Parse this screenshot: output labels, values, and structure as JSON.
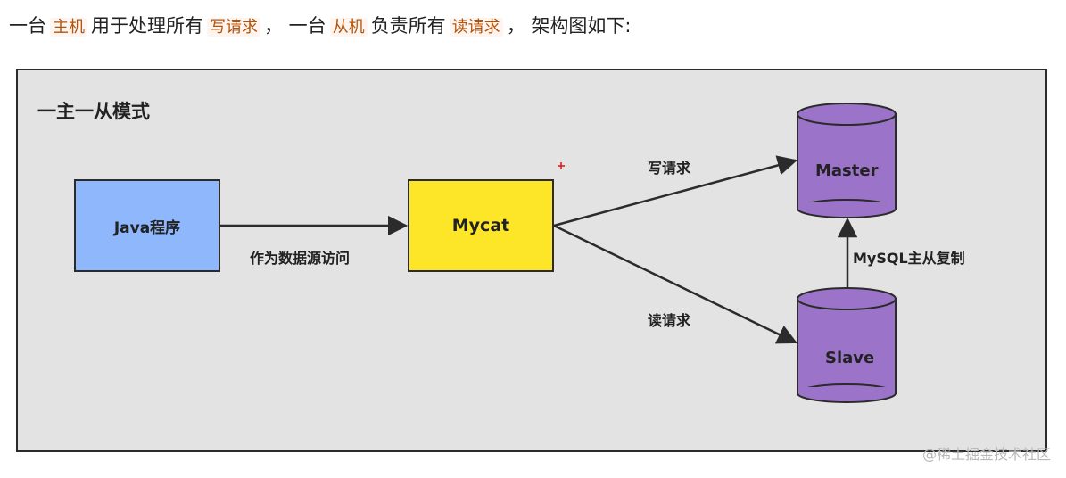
{
  "intro": {
    "t1": "一台",
    "h1": "主机",
    "t2": "用于处理所有",
    "h2": "写请求",
    "t3": "， 一台",
    "h3": "从机",
    "t4": "负责所有",
    "h4": "读请求",
    "t5": "， 架构图如下:"
  },
  "diagram": {
    "title": "一主一从模式",
    "java_label": "Java程序",
    "mycat_label": "Mycat",
    "master_label": "Master",
    "slave_label": "Slave",
    "edge_datasource": "作为数据源访问",
    "edge_write": "写请求",
    "edge_read": "读请求",
    "edge_replication": "MySQL主从复制",
    "colors": {
      "java_fill": "#8fb7fb",
      "mycat_fill": "#fde627",
      "db_fill": "#9b74c9",
      "background": "#e3e3e3"
    }
  },
  "watermark": "@稀土掘金技术社区"
}
